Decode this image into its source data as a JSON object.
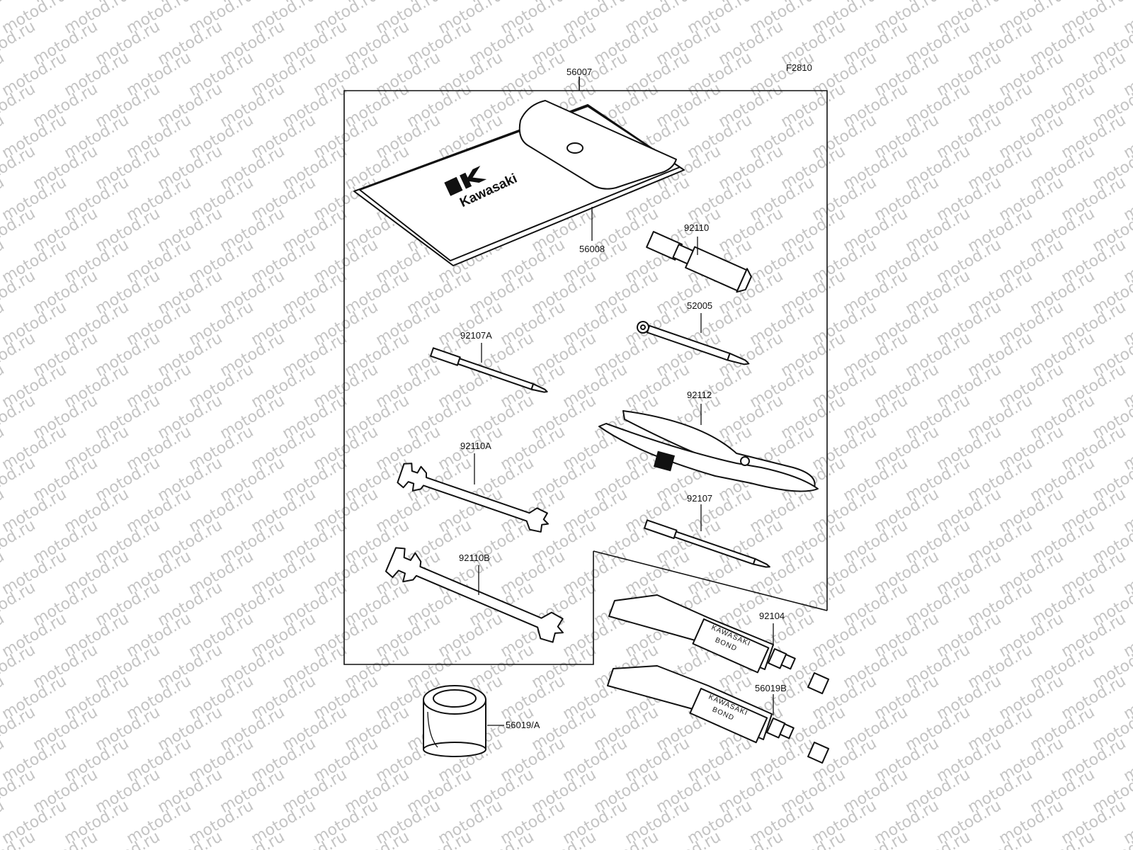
{
  "figure_code": "F2810",
  "watermark": "motod.ru",
  "part_numbers": {
    "tool_bag_assembly": "56007",
    "tool_bag": "56008",
    "spark_plug_wrench": "92110",
    "screwdriver_handle": "52005",
    "screwdriver_a": "92107A",
    "pliers": "92112",
    "wrench_a": "92110A",
    "screwdriver": "92107",
    "wrench_b": "92110B",
    "bond_tube_a": "92104",
    "grease_can": "56019/A",
    "bond_tube_b": "56019B"
  },
  "logo_text": "Kawasaki",
  "tube_text": [
    "KAWASAKI",
    "BOND"
  ]
}
